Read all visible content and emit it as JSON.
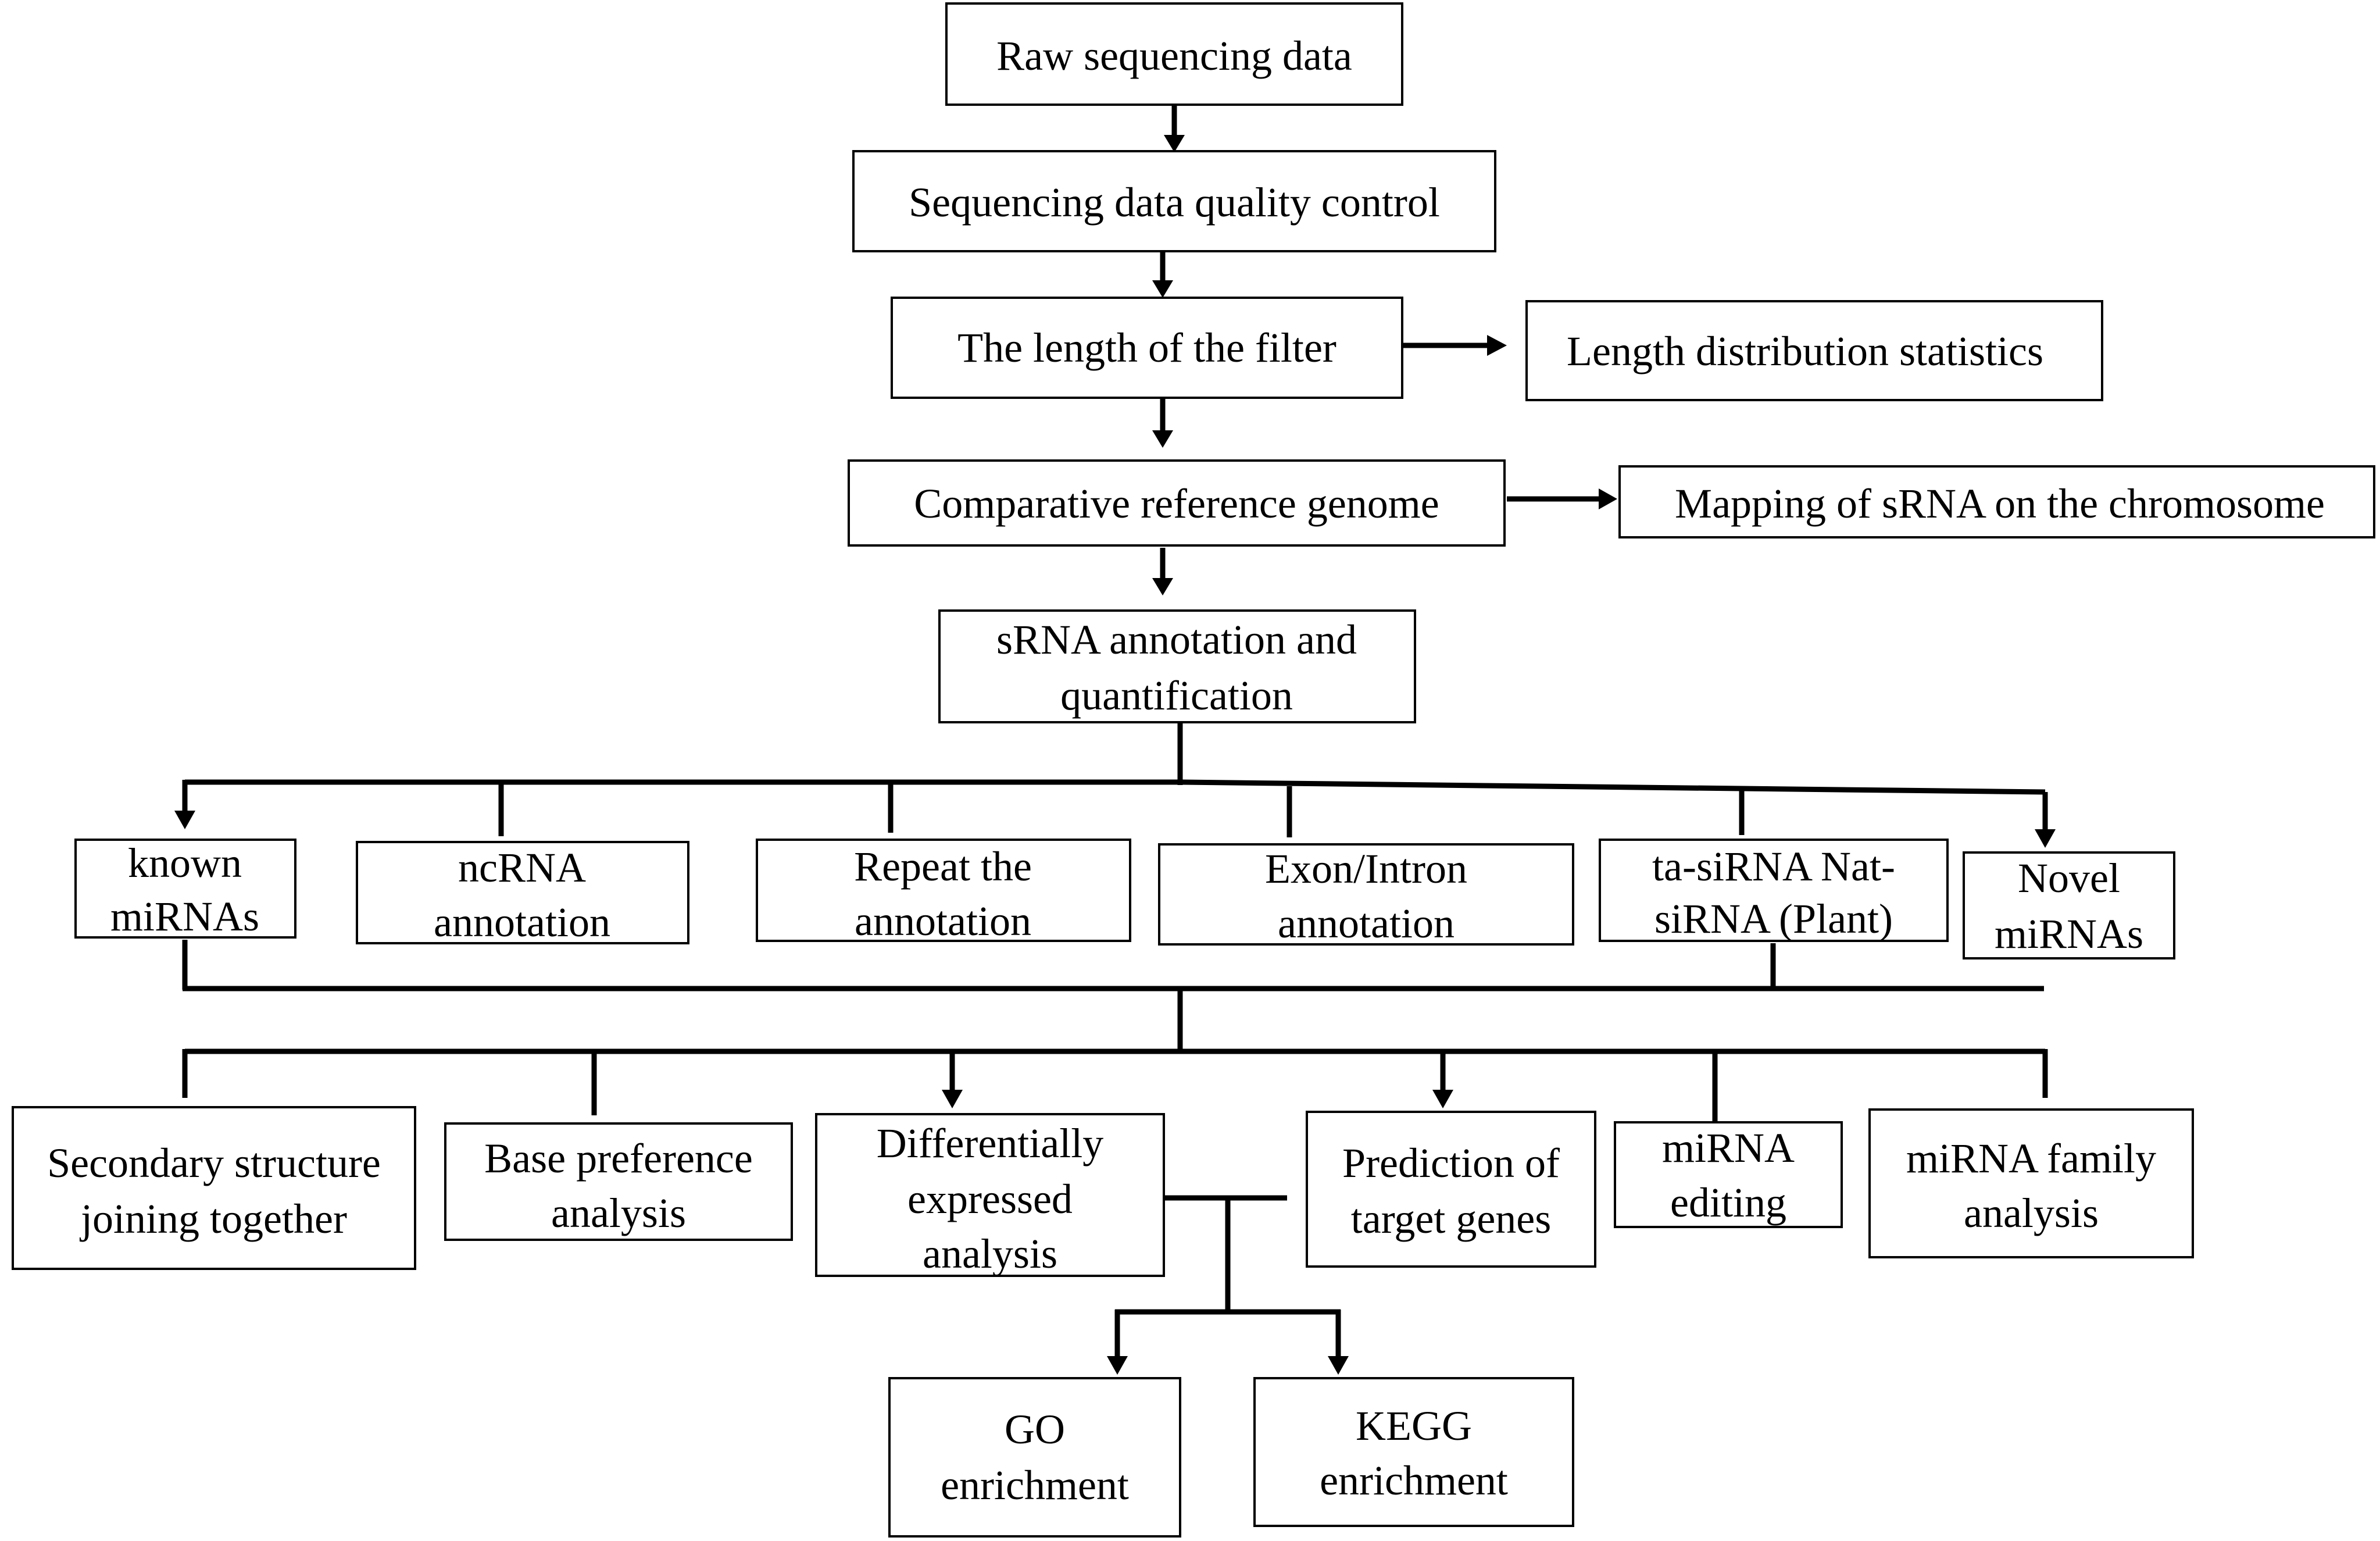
{
  "nodes": {
    "raw": "Raw sequencing data",
    "qc": "Sequencing data quality control",
    "length_filter": "The length of the filter",
    "length_stats": "Length distribution statistics",
    "comparative": "Comparative reference genome",
    "mapping": "Mapping of sRNA on the chromosome",
    "annotation": [
      "sRNA annotation and",
      "quantification"
    ],
    "known": [
      "known",
      "miRNAs"
    ],
    "ncrna": [
      "ncRNA",
      "annotation"
    ],
    "repeat": [
      "Repeat the",
      "annotation"
    ],
    "exon": [
      "Exon/Intron",
      "annotation"
    ],
    "tasirna": [
      "ta-siRNA Nat-",
      "siRNA (Plant)"
    ],
    "novel": [
      "Novel",
      "miRNAs"
    ],
    "secondary": [
      "Secondary structure",
      "joining together"
    ],
    "base": [
      "Base preference",
      "analysis"
    ],
    "diff": [
      "Differentially",
      "expressed",
      "analysis"
    ],
    "target": [
      "Prediction of",
      "target genes"
    ],
    "editing": [
      "miRNA",
      "editing"
    ],
    "family": [
      "miRNA family",
      "analysis"
    ],
    "go": [
      "GO",
      "enrichment"
    ],
    "kegg": [
      "KEGG",
      "enrichment"
    ]
  }
}
